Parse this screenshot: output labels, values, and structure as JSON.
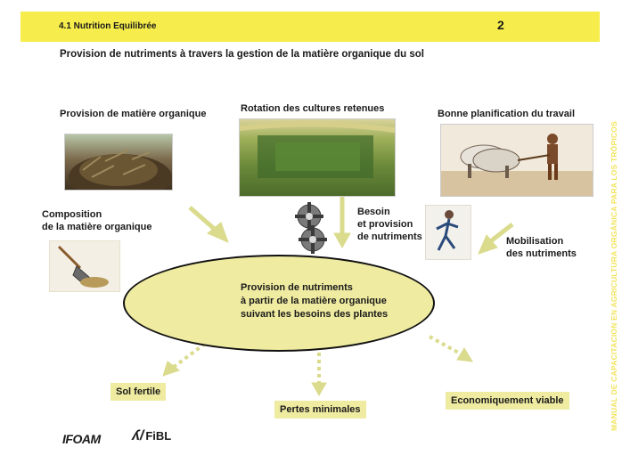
{
  "header": {
    "section": "4.1 Nutrition Equilibrée",
    "page": "2"
  },
  "side_text": "MANUAL DE CAPACITACION EN AGRICULTURA ORGÁNICA PARA LOS TRÓPICOS",
  "title": "Provision de nutriments à travers la gestion de la matière organique du sol",
  "labels": {
    "matiere_org": "Provision de matière organique",
    "rotation": "Rotation des cultures retenues",
    "planif": "Bonne planification du travail",
    "composition_1": "Composition",
    "composition_2": "de la matière organique",
    "besoin_1": "Besoin",
    "besoin_2": "et provision",
    "besoin_3": "de nutriments",
    "mobil_1": "Mobilisation",
    "mobil_2": "des nutriments"
  },
  "center": {
    "line1": "Provision de nutriments",
    "line2": "à partir de la matière organique",
    "line3": "suivant les besoins des plantes"
  },
  "outcomes": {
    "sol": "Sol fertile",
    "pertes": "Pertes minimales",
    "eco": "Economiquement viable"
  },
  "logos": {
    "ifoam": "IFOAM",
    "fibl": "FiBL"
  },
  "colors": {
    "header_bg": "#f6ed4c",
    "box_bg": "#efeba1",
    "arrow": "#dadb8d",
    "side_text": "#f2e35a"
  }
}
